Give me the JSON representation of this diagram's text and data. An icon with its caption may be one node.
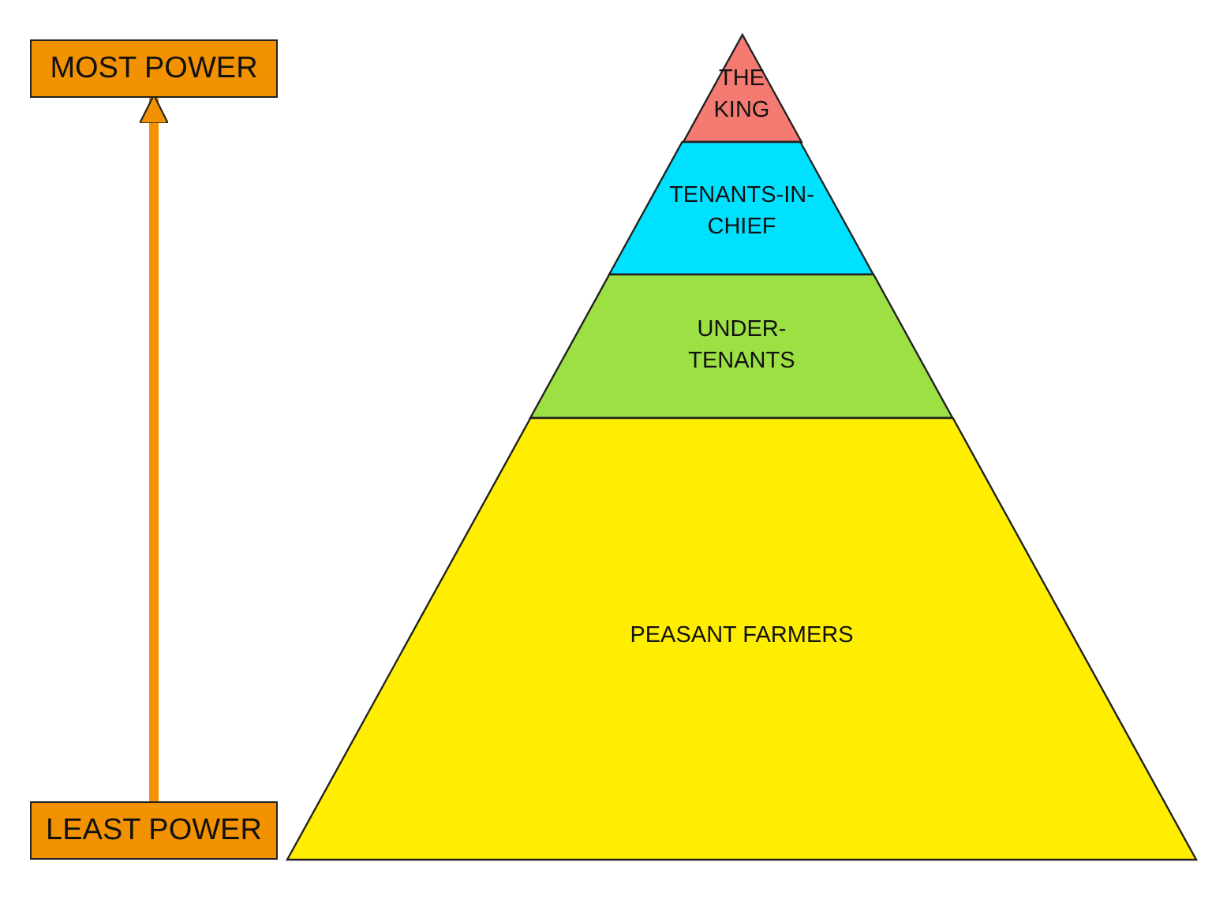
{
  "diagram": {
    "nodes": [
      {
        "text": [
          "MOST POWER"
        ]
      },
      {
        "text": [
          "LEAST POWER"
        ]
      },
      {
        "text": [
          "THE KING"
        ]
      },
      {
        "text": [
          "TENANTS-IN-CHIEF"
        ]
      },
      {
        "text": [
          "UNDER-TENANTS"
        ]
      },
      {
        "text": [
          "PEASANT FARMERS"
        ]
      }
    ],
    "edges": [
      {
        "from": 1,
        "to": 0,
        "arrow": "to"
      }
    ]
  }
}
